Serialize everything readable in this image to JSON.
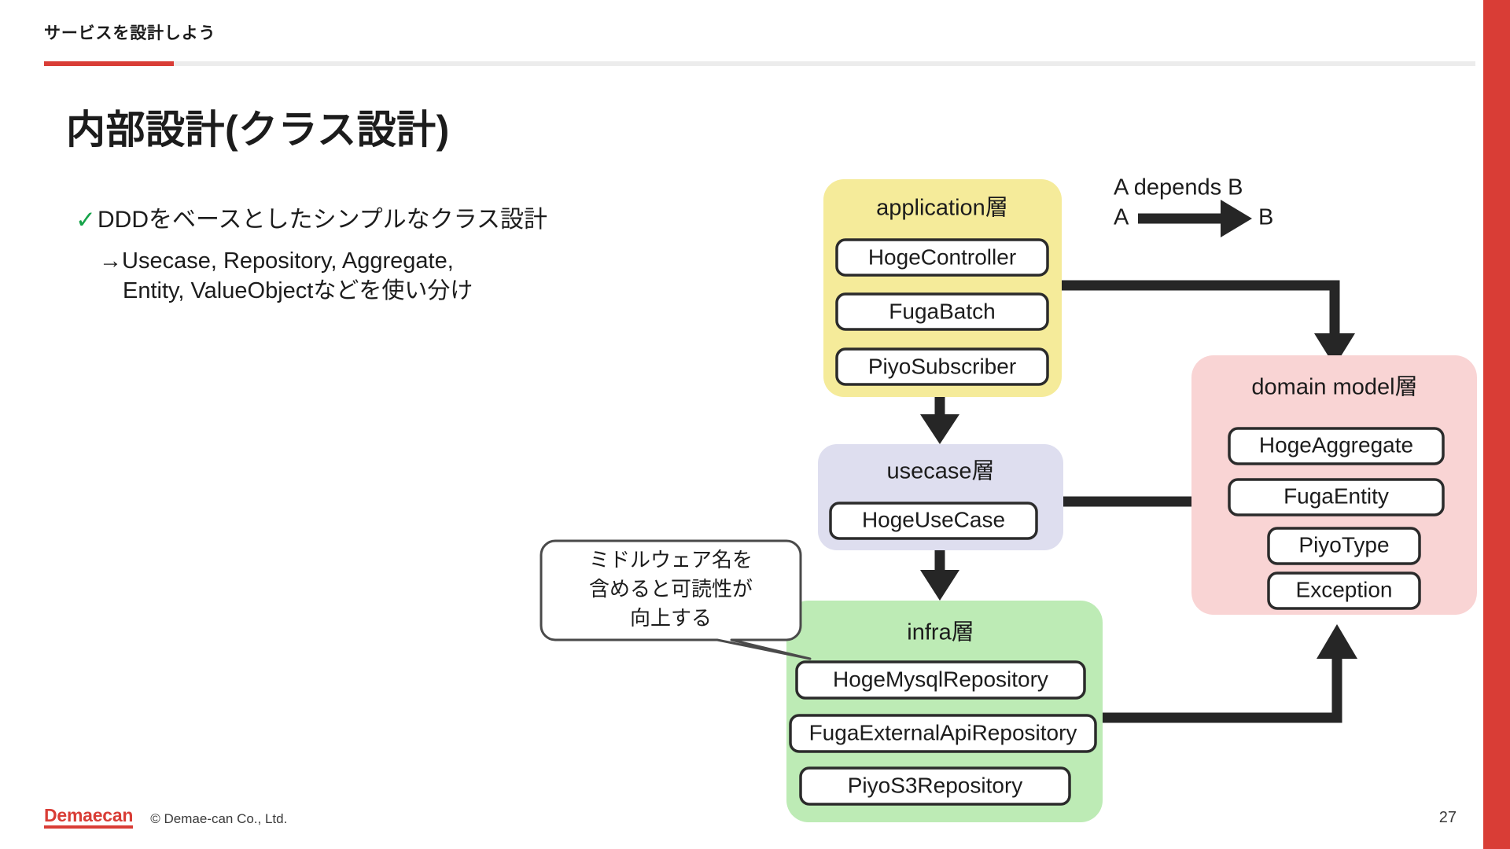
{
  "slide": {
    "kicker": "サービスを設計しよう",
    "title": "内部設計(クラス設計)",
    "page_number": "27",
    "accent_color": "#d93d36",
    "check_color": "#15a349"
  },
  "bullets": {
    "check_glyph": "✓",
    "main": "DDDをベースとしたシンプルなクラス設計",
    "sub_line_1": "→Usecase, Repository, Aggregate,",
    "sub_line_2": "Entity, ValueObjectなどを使い分け"
  },
  "legend": {
    "caption": "A depends B",
    "from_label": "A",
    "to_label": "B"
  },
  "callout": {
    "line_1": "ミドルウェア名を",
    "line_2": "含めると可読性が",
    "line_3": "向上する"
  },
  "layers": [
    {
      "id": "application",
      "label": "application層",
      "color": "#f5eb9a",
      "classes": [
        "HogeController",
        "FugaBatch",
        "PiyoSubscriber"
      ]
    },
    {
      "id": "usecase",
      "label": "usecase層",
      "color": "#dedeef",
      "classes": [
        "HogeUseCase"
      ]
    },
    {
      "id": "domain-model",
      "label": "domain model層",
      "color": "#f9d4d4",
      "classes": [
        "HogeAggregate",
        "FugaEntity",
        "PiyoType",
        "Exception"
      ]
    },
    {
      "id": "infra",
      "label": "infra層",
      "color": "#bdebb5",
      "classes": [
        "HogeMysqlRepository",
        "FugaExternalApiRepository",
        "PiyoS3Repository"
      ]
    }
  ],
  "dependencies": [
    {
      "from": "application",
      "to": "domain-model"
    },
    {
      "from": "application",
      "to": "usecase"
    },
    {
      "from": "usecase",
      "to": "domain-model"
    },
    {
      "from": "usecase",
      "to": "infra"
    },
    {
      "from": "infra",
      "to": "domain-model"
    }
  ],
  "footer": {
    "brand": "Demaecan",
    "copyright": "© Demae-can Co., Ltd."
  }
}
